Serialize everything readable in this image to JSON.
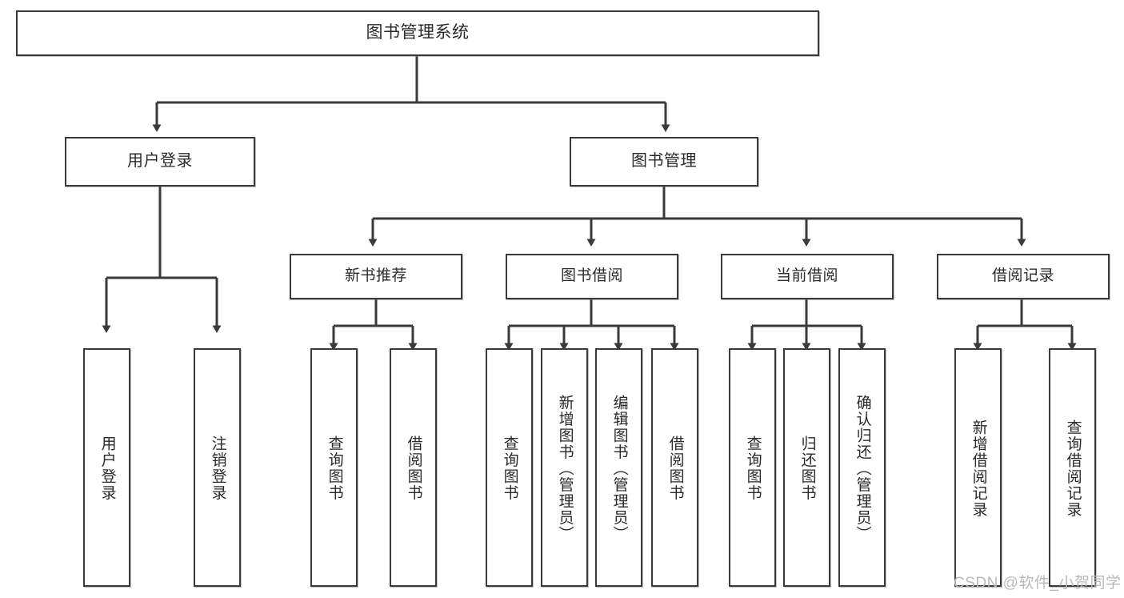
{
  "diagram": {
    "type": "hierarchy-tree",
    "title": "图书管理系统",
    "watermark": "CSDN @软件_小贺同学",
    "colors": {
      "box_border": "#3a3a3a",
      "box_fill": "#ffffff",
      "connector": "#3a3a3a",
      "text": "#2a2a2a",
      "watermark": "#b9b9b9"
    },
    "root": {
      "label": "图书管理系统"
    },
    "level2": [
      {
        "label": "用户登录"
      },
      {
        "label": "图书管理"
      }
    ],
    "level3": [
      {
        "label": "新书推荐"
      },
      {
        "label": "图书借阅"
      },
      {
        "label": "当前借阅"
      },
      {
        "label": "借阅记录"
      }
    ],
    "leaves": {
      "user_login": [
        {
          "label": "用户登录"
        },
        {
          "label": "注销登录"
        }
      ],
      "new_book_recommend": [
        {
          "label": "查询图书"
        },
        {
          "label": "借阅图书"
        }
      ],
      "book_borrow": [
        {
          "label": "查询图书"
        },
        {
          "label": "新增图书（管理员）"
        },
        {
          "label": "编辑图书（管理员）"
        },
        {
          "label": "借阅图书"
        }
      ],
      "current_borrow": [
        {
          "label": "查询图书"
        },
        {
          "label": "归还图书"
        },
        {
          "label": "确认归还（管理员）"
        }
      ],
      "borrow_record": [
        {
          "label": "新增借阅记录"
        },
        {
          "label": "查询借阅记录"
        }
      ]
    }
  }
}
